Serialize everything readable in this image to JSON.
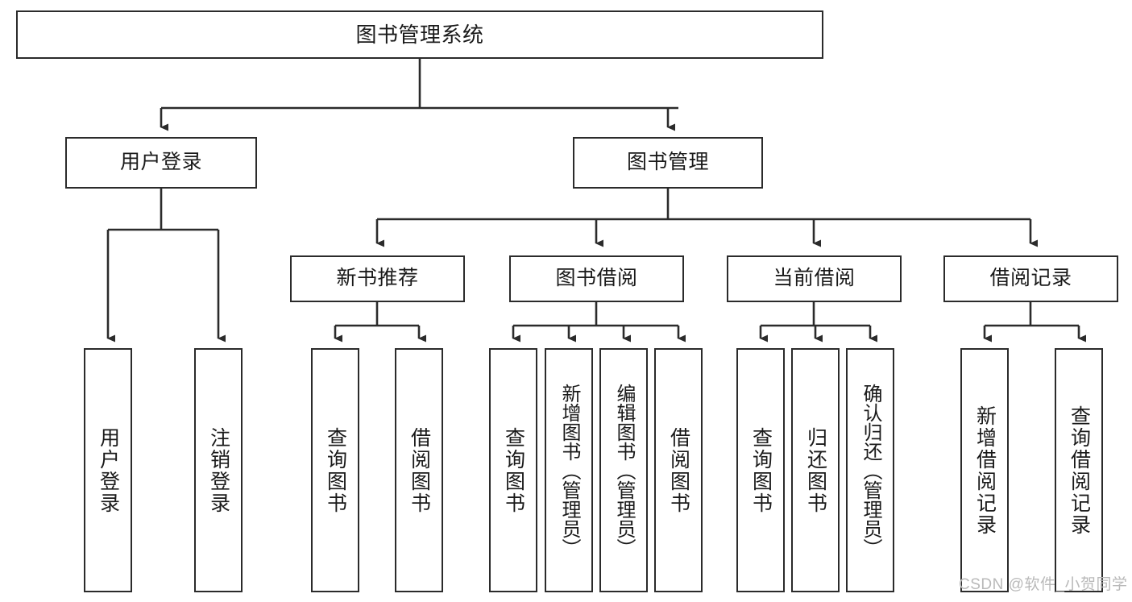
{
  "diagram": {
    "type": "tree-hierarchy",
    "title": "图书管理系统",
    "watermark": "CSDN @软件_小贺同学",
    "colors": {
      "box_border": "#2b2b2b",
      "box_fill": "#ffffff",
      "connector": "#333333",
      "text": "#1a1a1a",
      "watermark": "#b9b9b9"
    },
    "nodes": {
      "root": {
        "label": "图书管理系统"
      },
      "level2": [
        {
          "label": "用户登录"
        },
        {
          "label": "图书管理"
        }
      ],
      "level3": [
        {
          "label": "新书推荐"
        },
        {
          "label": "图书借阅"
        },
        {
          "label": "当前借阅"
        },
        {
          "label": "借阅记录"
        }
      ],
      "leaves": {
        "user_login": [
          {
            "label": "用户登录"
          },
          {
            "label": "注销登录"
          }
        ],
        "new_book_recommend": [
          {
            "label": "查询图书"
          },
          {
            "label": "借阅图书"
          }
        ],
        "book_borrow": [
          {
            "label": "查询图书"
          },
          {
            "label": "新增图书（管理员）"
          },
          {
            "label": "编辑图书（管理员）"
          },
          {
            "label": "借阅图书"
          }
        ],
        "current_borrow": [
          {
            "label": "查询图书"
          },
          {
            "label": "归还图书"
          },
          {
            "label": "确认归还（管理员）"
          }
        ],
        "borrow_record": [
          {
            "label": "新增借阅记录"
          },
          {
            "label": "查询借阅记录"
          }
        ]
      }
    }
  }
}
